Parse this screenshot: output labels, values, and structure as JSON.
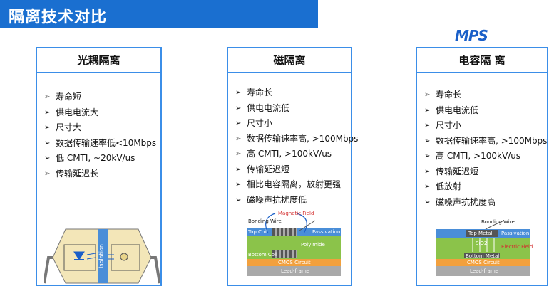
{
  "slide": {
    "title": "隔离技术对比",
    "logo": "MPS"
  },
  "colors": {
    "title_bar": "#1a6fd0",
    "card_border": "#3b8ee8",
    "logo": "#1a5fc8"
  },
  "cards": [
    {
      "title": "光耦隔离",
      "items": [
        "寿命短",
        "供电电流大",
        "尺寸大",
        "数据传输速率低<10Mbps",
        "低  CMTI, ~20kV/us",
        "传输延迟长"
      ],
      "diagram": {
        "isolation": "Isolation"
      }
    },
    {
      "title": "磁隔离",
      "items": [
        "寿命长",
        "供电电流低",
        "尺寸小",
        "数据传输速率高, >100Mbps",
        "高 CMTI, >100kV/us",
        "传输延迟短",
        "相比电容隔离，放射更强",
        "磁噪声抗扰度低"
      ],
      "diagram": {
        "magnetic_field": "Magnetic Field",
        "bonding_wire": "Bonding Wire",
        "top_coil": "Top Coil",
        "passivation": "Passivation",
        "polyimide": "Polyimide",
        "bottom_coil": "Bottom Coil",
        "cmos": "CMOS Circuit",
        "lead_frame": "Lead-frame"
      }
    },
    {
      "title": "电容隔 离",
      "items": [
        "寿命长",
        "供电电流低",
        "尺寸小",
        "数据传输速率高, >100Mbps",
        "高 CMTI, >100kV/us",
        "传输延迟短",
        "低放射",
        "磁噪声抗扰度高"
      ],
      "diagram": {
        "bonding_wire": "Bonding Wire",
        "top_metal": "Top Metal",
        "passivation": "Passivation",
        "sio2": "SiO2",
        "electric_field": "Electric Field",
        "bottom_metal": "Bottom Metal",
        "cmos": "CMOS Circuit",
        "lead_frame": "Lead-frame"
      }
    }
  ]
}
